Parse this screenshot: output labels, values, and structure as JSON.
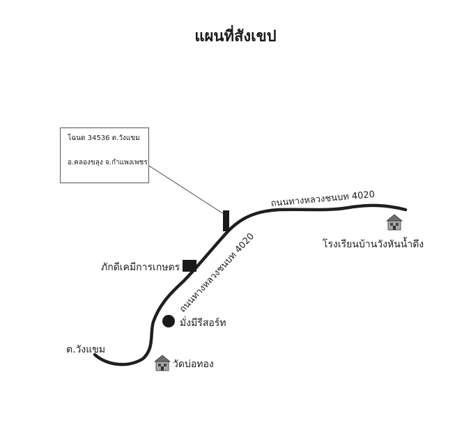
{
  "title": "แผนที่สังเขป",
  "info_box": {
    "line1": "โฉนด  34536  ต.วังแขม",
    "line2": "อ.คลองขลุง  จ.กำแพงเพชร"
  },
  "road_label_upper": "ถนนทางหลวงชนบท 4020",
  "road_label_diagonal": "ถนนทางหลวงชนบท 4020",
  "places": {
    "school": "โรงเรียนบ้านวังหันน้ำดึง",
    "chemical_shop": "ภักดีเคมีการเกษตร",
    "resort": "มั่งมีรีสอร์ท",
    "temple": "วัดบ่อทอง",
    "subdistrict": "ต.วังแขม"
  },
  "icons": {
    "property_marker": "black-rectangle",
    "chemical_shop_marker": "black-square",
    "resort_marker": "black-circle",
    "school_marker": "school-building-icon",
    "temple_marker": "temple-building-icon"
  },
  "colors": {
    "road": "#1f1f1f",
    "markers": "#1a1a1a",
    "building": "#7a7a7a"
  }
}
